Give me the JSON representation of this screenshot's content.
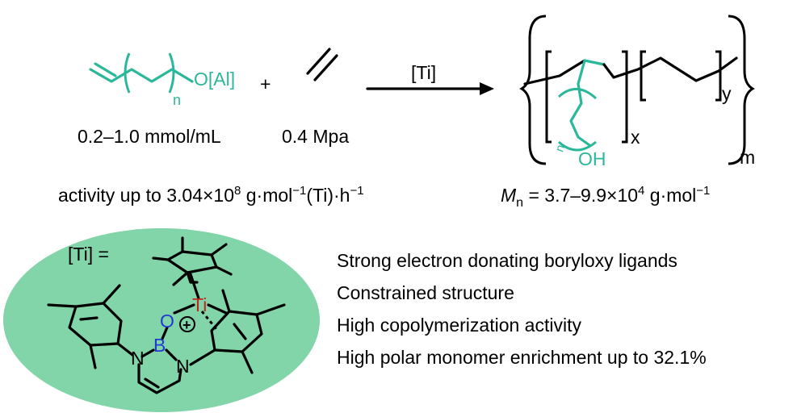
{
  "reaction": {
    "monomer_label": "O[Al]",
    "monomer_subscript": "n",
    "plus": "+",
    "catalyst_label": "[Ti]",
    "monomer_conc": "0.2–1.0 mmol/mL",
    "pressure": "0.4 Mpa",
    "activity_prefix": "activity up to 3.04×10",
    "activity_exp": "8",
    "activity_suffix": " g·mol",
    "activity_exp2": "−1",
    "activity_ti": "(Ti)·h",
    "activity_exp3": "−1"
  },
  "product": {
    "sub_x": "x",
    "sub_y": "y",
    "sub_m": "m",
    "ring_n": "n",
    "oh": "OH",
    "mn_symbol": "M",
    "mn_sub": "n",
    "mn_value": " = 3.7–9.9×10",
    "mn_exp": "4",
    "mn_unit": " g·mol",
    "mn_unit_exp": "−1"
  },
  "catalyst_structure": {
    "title": "[Ti] =",
    "ti": "Ti",
    "o": "O",
    "b": "B",
    "n_left": "N",
    "n_right": "N",
    "charge": "+"
  },
  "features": [
    "Strong electron donating boryloxy ligands",
    "Constrained structure",
    "High copolymerization activity",
    "High polar monomer enrichment up to 32.1%"
  ],
  "colors": {
    "teal": "#2bb89a",
    "ellipse_fill": "#82d4a9",
    "boron_blue": "#1f3ad1",
    "titanium_red": "#c0271c"
  }
}
